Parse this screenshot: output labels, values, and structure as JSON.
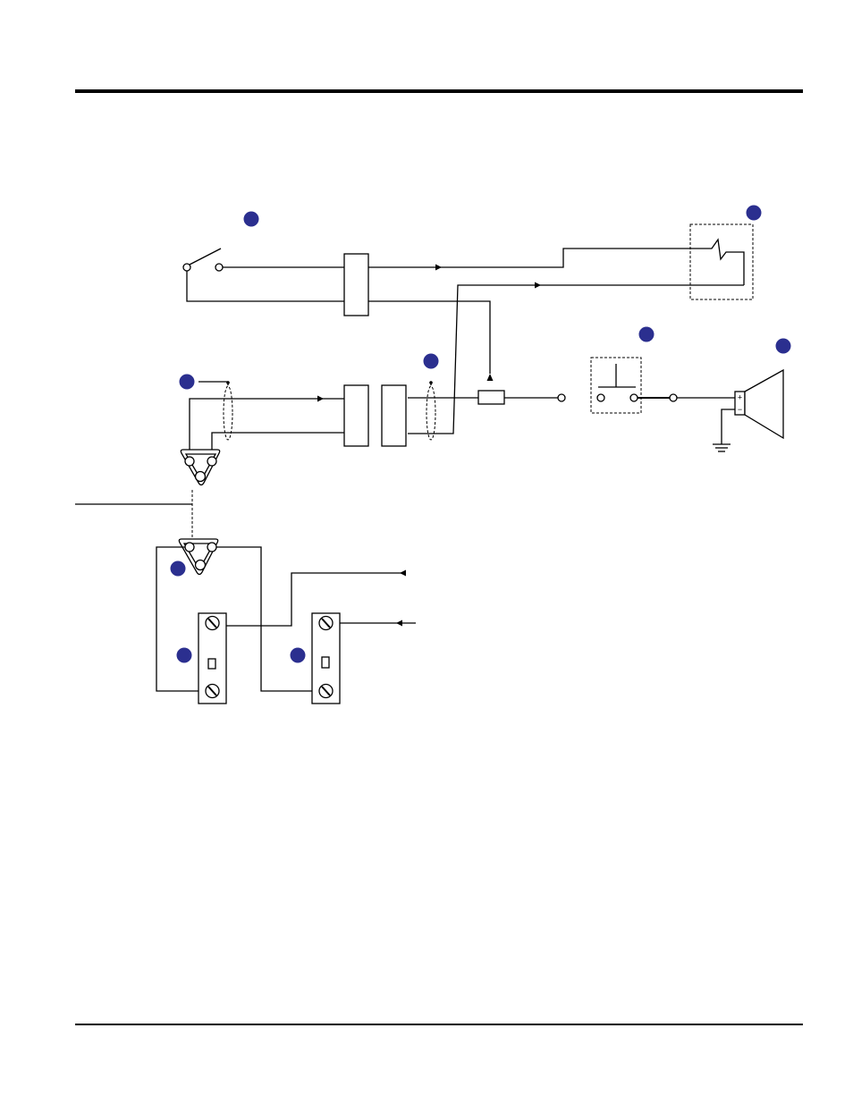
{
  "page": {
    "background": "#ffffff",
    "rule_color": "#000000"
  },
  "diagram": {
    "wire_color": "#000000",
    "callout_color": "#2b2f8f",
    "callouts": [
      {
        "id": "callout-1",
        "label": ""
      },
      {
        "id": "callout-2",
        "label": ""
      },
      {
        "id": "callout-3",
        "label": ""
      },
      {
        "id": "callout-4",
        "label": ""
      },
      {
        "id": "callout-5",
        "label": ""
      },
      {
        "id": "callout-6",
        "label": ""
      },
      {
        "id": "callout-7",
        "label": ""
      },
      {
        "id": "callout-8",
        "label": ""
      },
      {
        "id": "callout-9",
        "label": ""
      }
    ],
    "speaker_polarity": {
      "positive": "+",
      "negative": "−"
    }
  }
}
